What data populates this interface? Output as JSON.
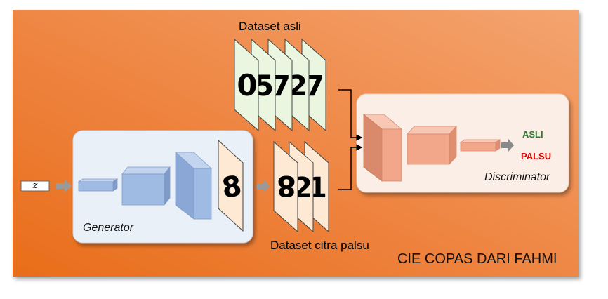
{
  "diagram": {
    "noise_input": "z",
    "real_dataset_label": "Dataset asli",
    "fake_dataset_label": "Dataset citra palsu",
    "generator_label": "Generator",
    "discriminator_label": "Discriminator",
    "output_real": "ASLI",
    "output_fake": "PALSU",
    "watermark": "CIE COPAS DARI FAHMI",
    "real_digits": [
      "0",
      "5",
      "7",
      "2",
      "7"
    ],
    "fake_digits": [
      "8",
      "2",
      "1"
    ],
    "generated_digit": "8"
  },
  "colors": {
    "background_orange_light": "#f4a470",
    "background_orange_dark": "#e96d1a",
    "generator_panel": "#e9f0f8",
    "discriminator_panel": "#fbeee6",
    "real_image_bg": "#eaf6e0",
    "fake_image_bg": "#fde9d4",
    "generator_block": "#9fbbe3",
    "discriminator_block": "#f2a68a",
    "asli_color": "#2e7d2e",
    "palsu_color": "#e00000"
  }
}
